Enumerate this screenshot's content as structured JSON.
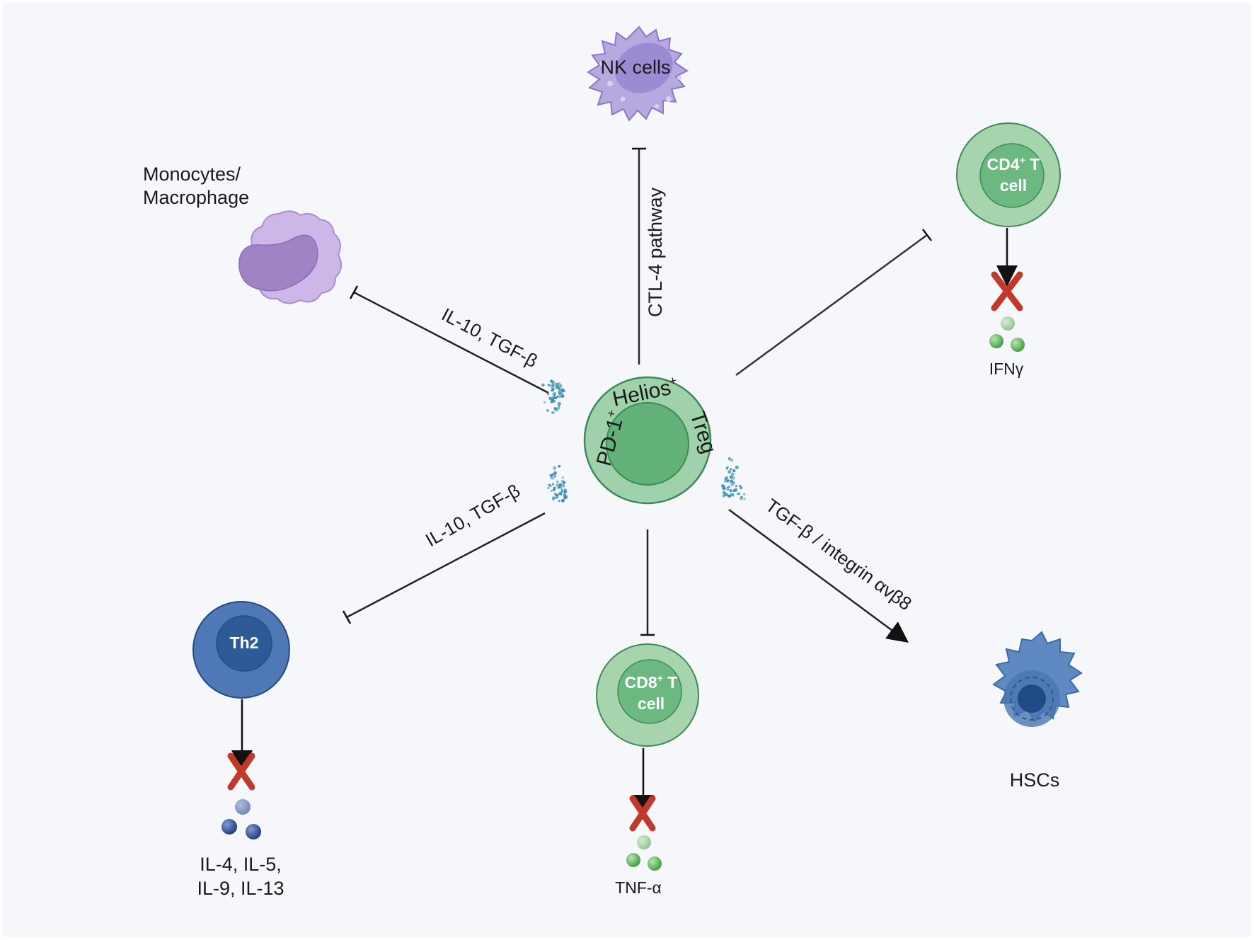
{
  "center": {
    "line1": "PD-1",
    "line1_sup": "+",
    "line2": "Helios",
    "line2_sup": "+",
    "line3": "Treg"
  },
  "nk": {
    "label": "NK cells",
    "pathway": "CTL-4 pathway"
  },
  "mono": {
    "line1": "Monocytes/",
    "line2": "Macrophage",
    "mediator": "IL-10, TGF-β"
  },
  "cd4": {
    "line1": "CD4",
    "sup": "+",
    "line1b": " T",
    "line2": "cell",
    "cytokine": "IFNγ"
  },
  "th2": {
    "label": "Th2",
    "mediator": "IL-10, TGF-β",
    "cytokine_line1": "IL-4, IL-5,",
    "cytokine_line2": "IL-9, IL-13"
  },
  "cd8": {
    "line1": "CD8",
    "sup": "+",
    "line1b": " T",
    "line2": "cell",
    "cytokine": "TNF-α"
  },
  "hsc": {
    "label": "HSCs",
    "mediator": "TGF-β / integrin αvβ8"
  },
  "colors": {
    "background": "#f7f8fb",
    "treg_outer": "#9fd2aa",
    "treg_inner": "#62b27a",
    "cd_outer": "#a6d5ad",
    "cd_inner": "#6bb880",
    "th2_outer": "#4f79b6",
    "th2_inner": "#2f5a98",
    "nk": "#b7a8e0",
    "mono": "#c9b3e6",
    "hsc": "#5e89c1",
    "block_x": "#c0392b",
    "dots": "#3a8fb0",
    "green_ball": "#5cb85c",
    "blue_ball": "#2a4d8f"
  }
}
